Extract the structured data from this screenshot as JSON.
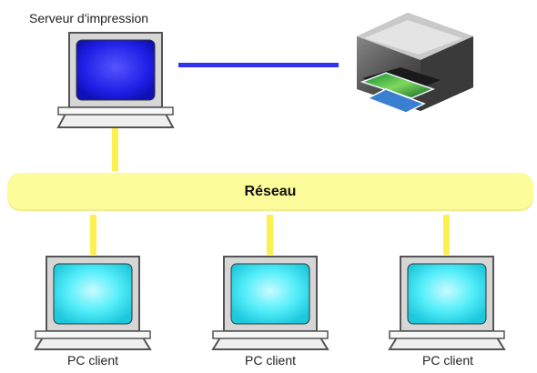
{
  "server": {
    "label": "Serveur d'impression"
  },
  "network": {
    "label": "Réseau"
  },
  "clients": [
    {
      "label": "PC client"
    },
    {
      "label": "PC client"
    },
    {
      "label": "PC client"
    }
  ],
  "colors": {
    "network_bar": "#fdfc9a",
    "connector": "#fcf050",
    "server_link": "#3333ee",
    "server_screen": "#1f1fe6",
    "client_screen": "#3fe6f4"
  }
}
